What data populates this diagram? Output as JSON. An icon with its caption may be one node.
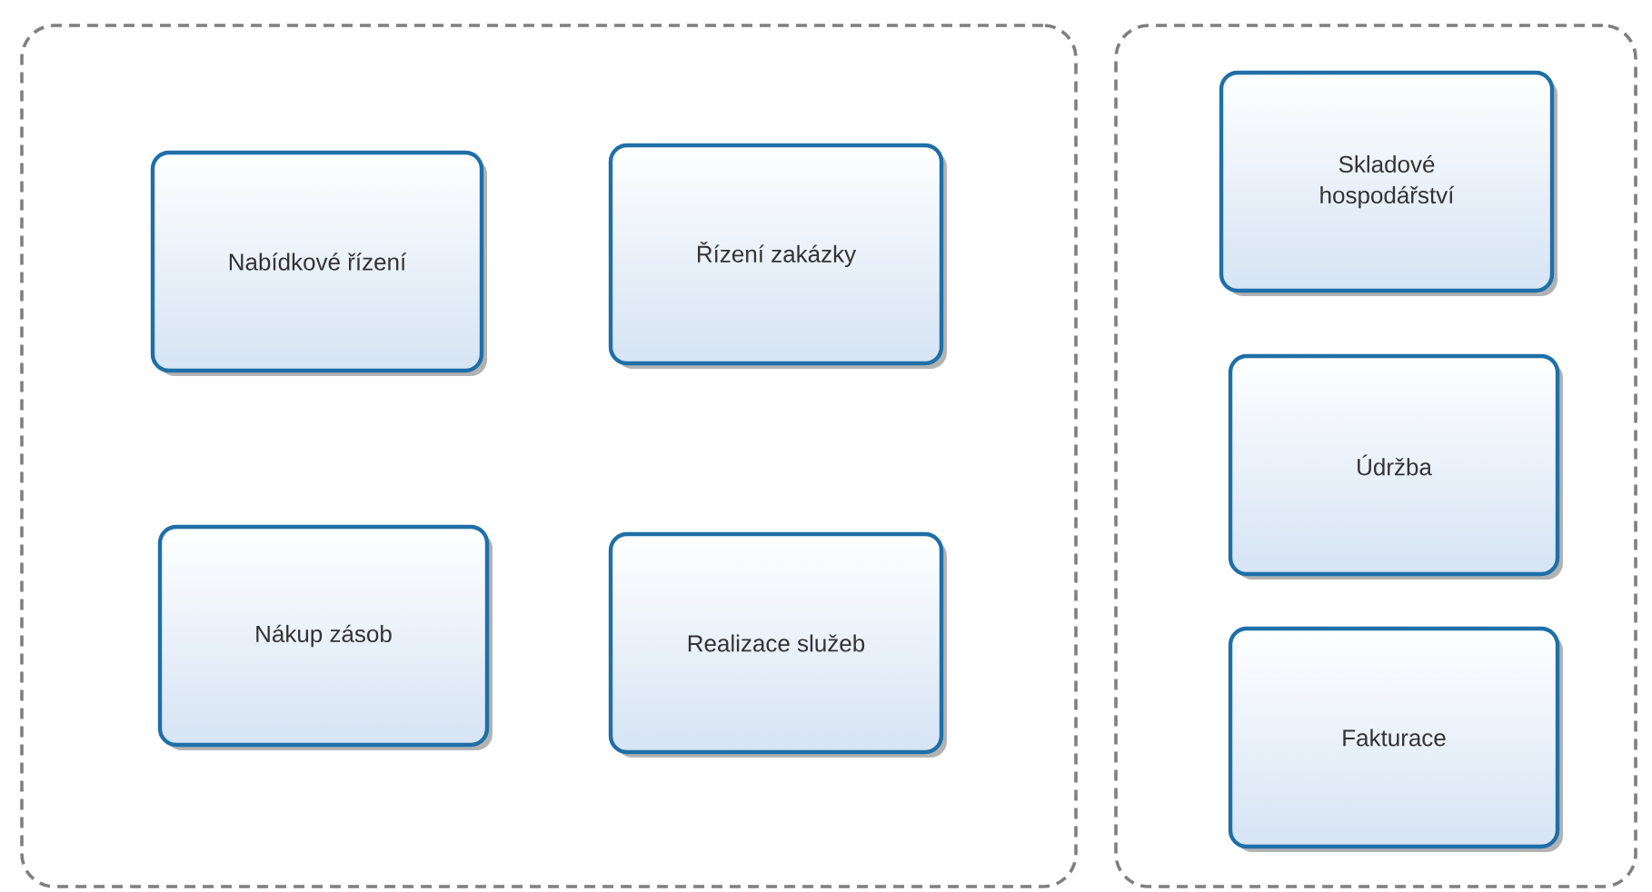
{
  "diagram": {
    "nodes": [
      {
        "text": [],
        "shape": "box"
      },
      {
        "text": [
          "Nabídkové řízení"
        ],
        "in": 0
      },
      {
        "text": [
          "Řízení zakázky"
        ],
        "in": 0
      },
      {
        "text": [
          "Nákup zásob"
        ],
        "in": 0
      },
      {
        "text": [
          "Realizace služeb"
        ],
        "in": 0
      },
      {
        "text": [],
        "shape": "box"
      },
      {
        "text": [
          "Skladové hospodářství"
        ],
        "in": 5
      },
      {
        "text": [
          "Údržba"
        ],
        "in": 5
      },
      {
        "text": [
          "Fakturace"
        ],
        "in": 5
      }
    ]
  }
}
